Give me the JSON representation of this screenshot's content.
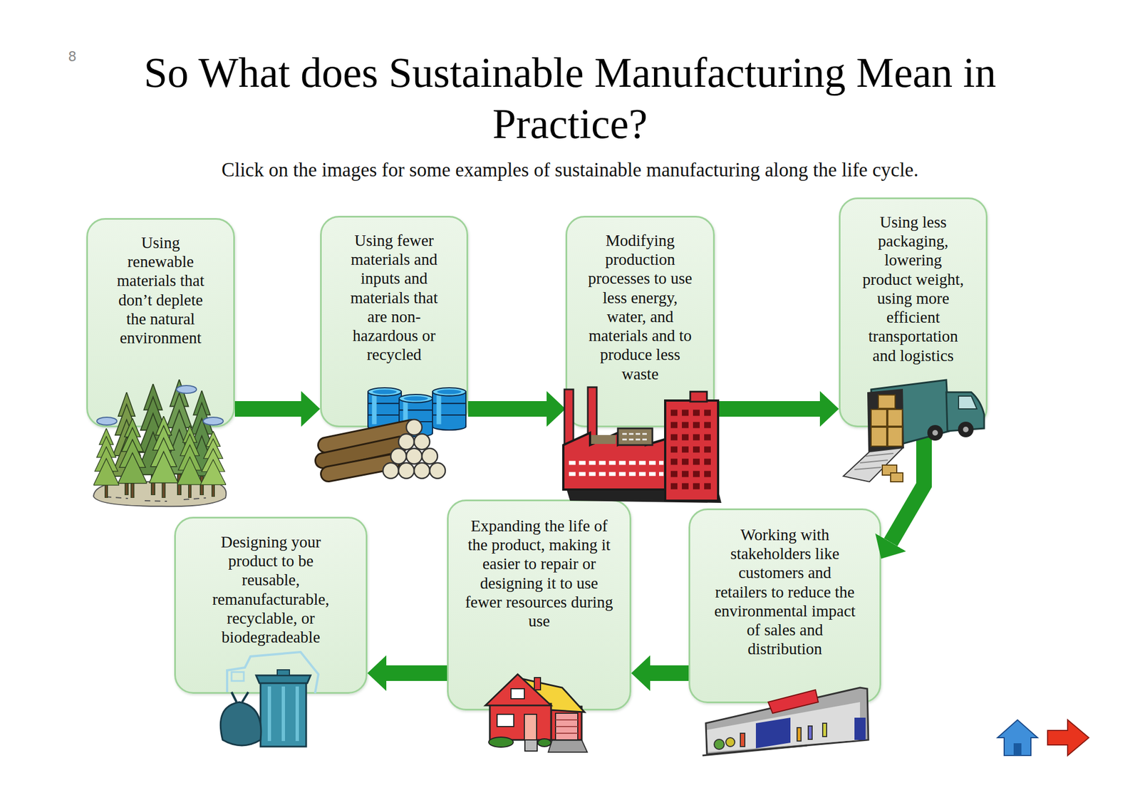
{
  "diagram": {
    "title": "So What does Sustainable Manufacturing Mean in Practice?",
    "nodes": [
      {
        "text": [
          "Using renewable materials that don’t deplete the natural environment"
        ]
      },
      {
        "text": [
          "Using fewer materials and inputs and materials that are non-hazardous or recycled"
        ]
      },
      {
        "text": [
          "Modifying production processes to use less energy, water, and materials and to produce less waste"
        ]
      },
      {
        "text": [
          "Using less packaging, lowering product weight, using more efficient transportation and logistics"
        ]
      },
      {
        "text": [
          "Working with stakeholders like customers and retailers to reduce the environmental impact of sales and distribution"
        ]
      },
      {
        "text": [
          "Expanding the life of the product, making it easier to repair or designing it to use fewer resources during use"
        ]
      },
      {
        "text": [
          "Designing your product to be reusable, remanufacturable, recyclable, or biodegradeable"
        ]
      }
    ],
    "edges": [
      {
        "from": 0,
        "to": 1,
        "arrow": "to"
      },
      {
        "from": 1,
        "to": 2,
        "arrow": "to"
      },
      {
        "from": 2,
        "to": 3,
        "arrow": "to"
      },
      {
        "from": 3,
        "to": 4,
        "arrow": "to"
      },
      {
        "from": 4,
        "to": 5,
        "arrow": "to"
      },
      {
        "from": 5,
        "to": 6,
        "arrow": "to"
      }
    ],
    "labels": [
      "8",
      "Click on the images for some examples of sustainable manufacturing along the life cycle."
    ]
  }
}
